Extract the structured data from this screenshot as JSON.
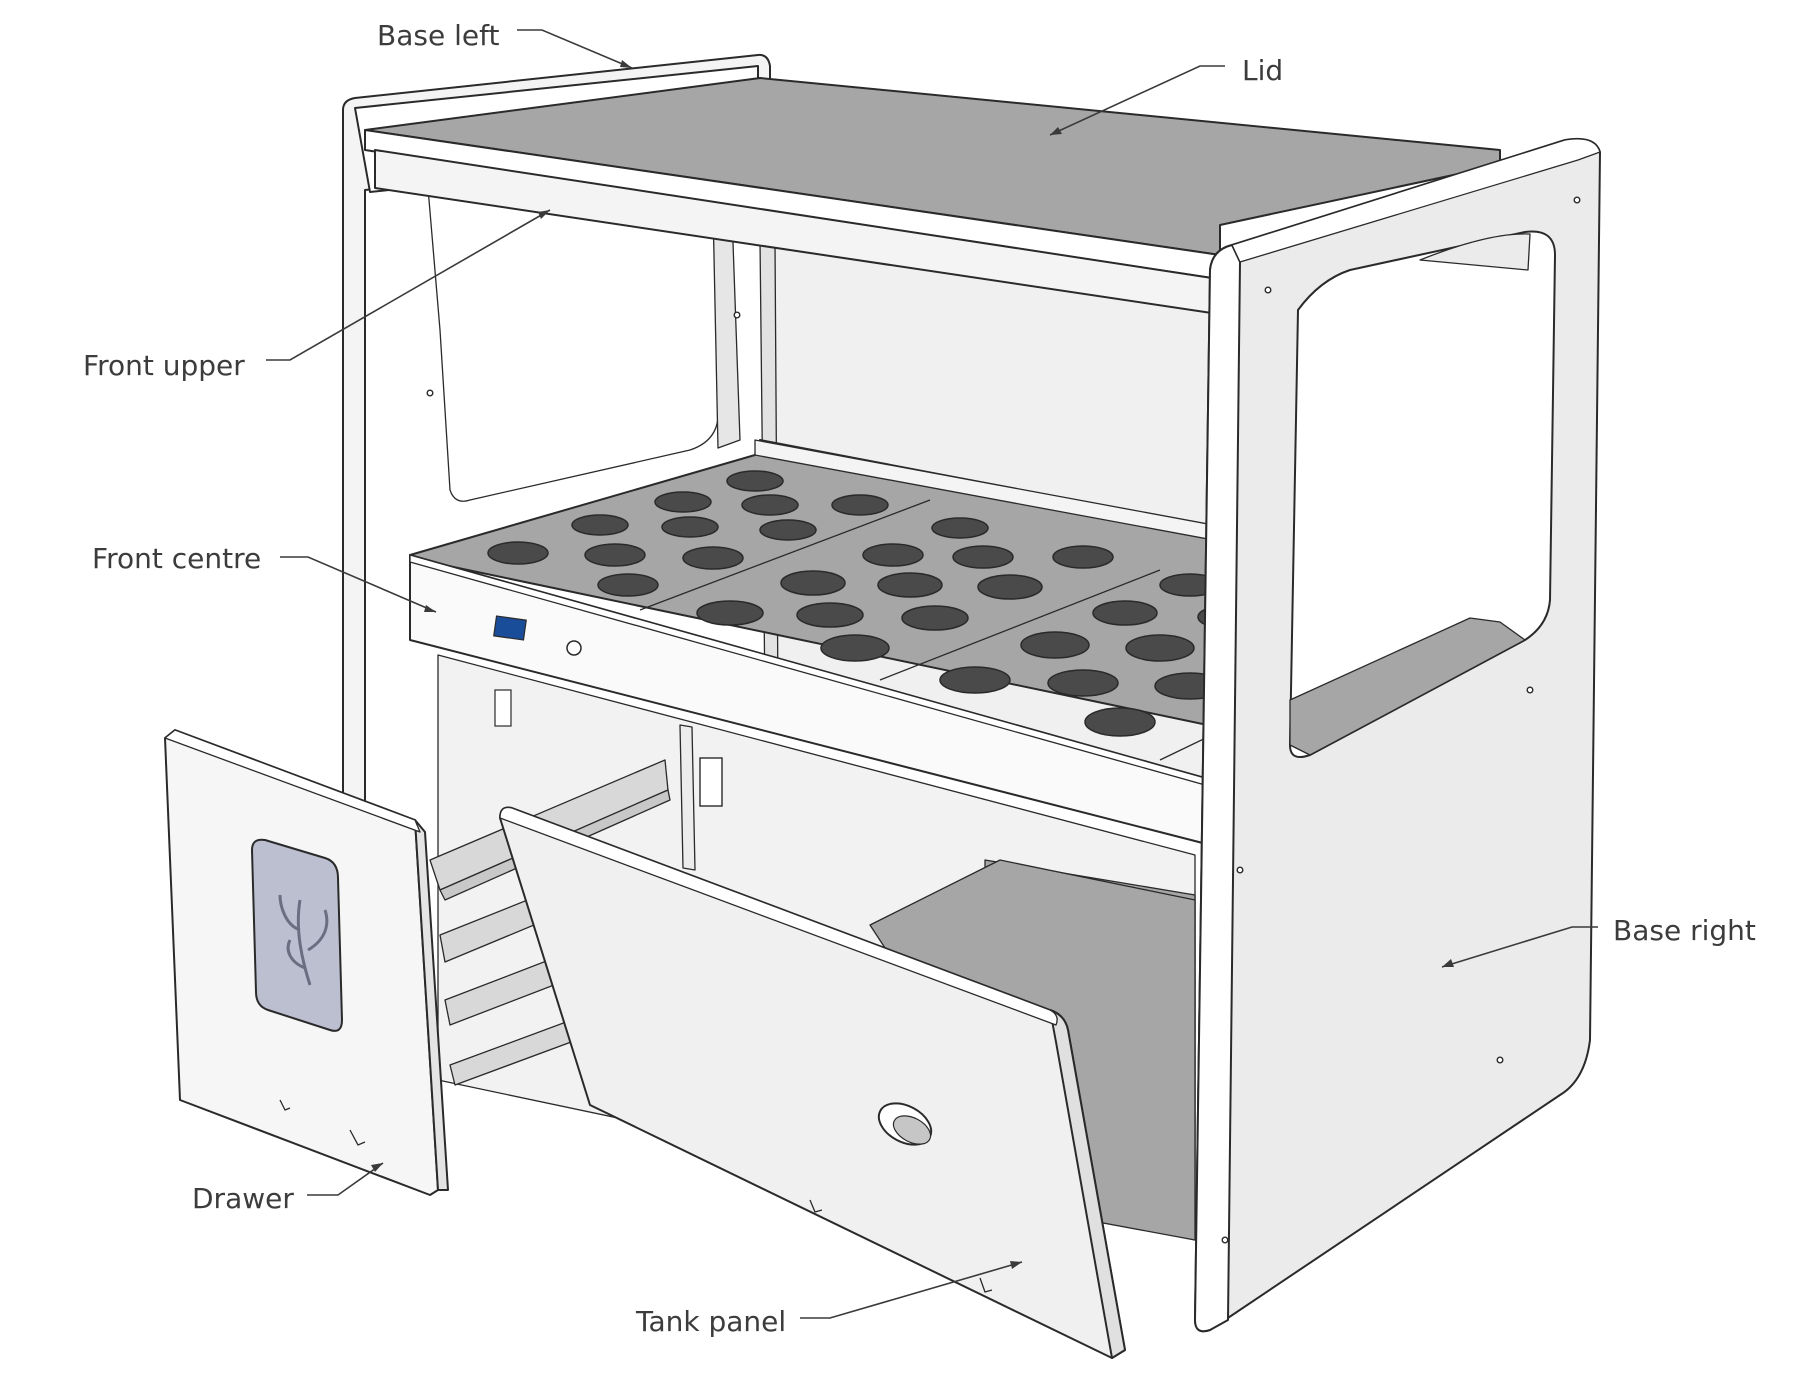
{
  "diagram": {
    "labels": {
      "base_left": "Base left",
      "lid": "Lid",
      "front_upper": "Front upper",
      "front_centre": "Front centre",
      "base_right": "Base right",
      "drawer": "Drawer",
      "tank_panel": "Tank panel"
    },
    "colors": {
      "panel_white": "#f7f7f7",
      "panel_light": "#e8e8e8",
      "surface_grey": "#a6a6a6",
      "edge_white": "#ffffff",
      "hole_dark": "#4a4a4a",
      "indicator_blue": "#1a4d99",
      "line": "#2a2a2a",
      "window_tint": "#bcbfd0"
    }
  }
}
